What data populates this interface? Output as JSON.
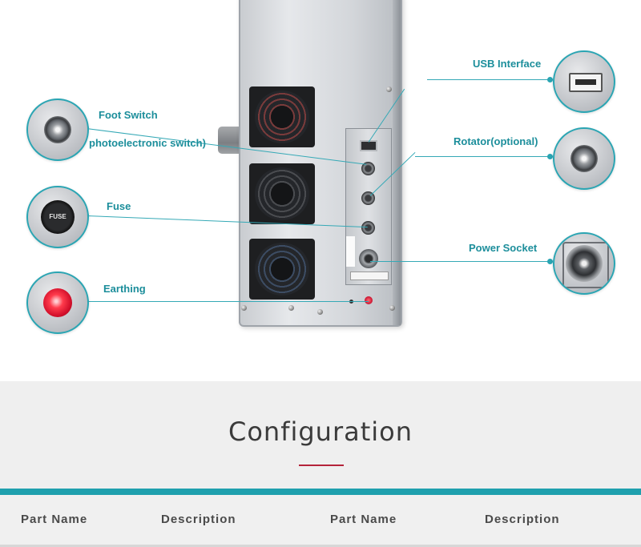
{
  "callouts": {
    "usb_interface": "USB Interface",
    "foot_switch": "Foot Switch",
    "photoelectronic_switch": "photoelectronic switch)",
    "rotator": "Rotator(optional)",
    "fuse": "Fuse",
    "power_socket": "Power Socket",
    "earthing": "Earthing"
  },
  "icons": {
    "fuse_cap_text": "FUSE"
  },
  "section": {
    "title": "Configuration"
  },
  "table": {
    "headers": [
      "Part Name",
      "Description",
      "Part Name",
      "Description"
    ]
  },
  "colors": {
    "accent": "#1fa0ae",
    "underline": "#b4233a",
    "label": "#1c8e9b"
  }
}
